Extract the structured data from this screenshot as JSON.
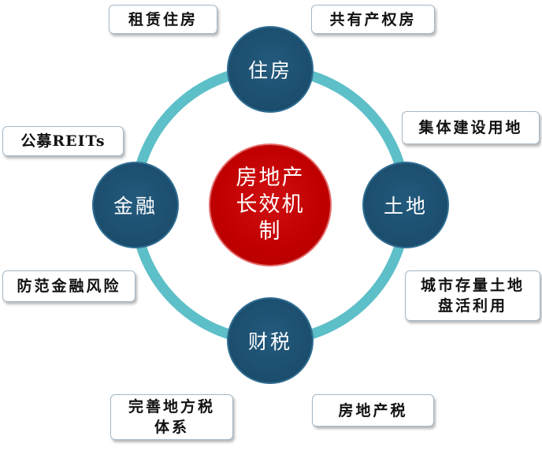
{
  "colors": {
    "ring": "#5dbfc8",
    "center_fill": "#c00000",
    "node_fill": "#1c4e6e",
    "box_border": "#a3b8c8"
  },
  "center": {
    "lines": [
      "房地产",
      "长效机",
      "制"
    ]
  },
  "nodes": {
    "housing": "住房",
    "land": "土地",
    "tax": "财税",
    "finance": "金融"
  },
  "boxes": {
    "rental_housing": "租赁住房",
    "shared_ownership": "共有产权房",
    "collective_land": "集体建设用地",
    "urban_land": [
      "城市存量土地",
      "盘活利用"
    ],
    "property_tax": "房地产税",
    "local_tax": [
      "完善地方税",
      "体系"
    ],
    "financial_risk": "防范金融风险",
    "reits": "公募REITs"
  }
}
